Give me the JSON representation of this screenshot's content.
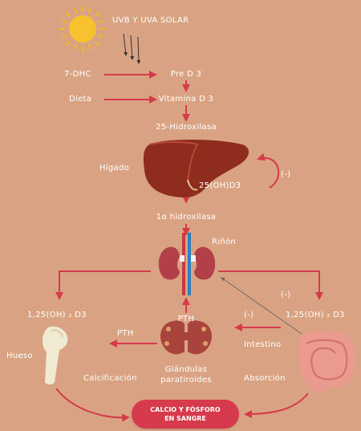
{
  "labels": {
    "uv": "UVB Y UVA SOLAR",
    "dhc": "7-DHC",
    "pre_d3": "Pre D 3",
    "dieta": "Dieta",
    "vitamina_d3": "Vitamina D 3",
    "hidroxilasa25": "25-Hidroxilasa",
    "higado": "Hígado",
    "ohd3_25": "25(OH)D3",
    "feedback_minus": "(-)",
    "hidroxilasa1": "1α hidroxilasa",
    "rinon": "Riñón",
    "ohd3_left": "1,25(OH) ₂ D3",
    "ohd3_right": "1,25(OH) ₂ D3",
    "minus_right": "(-)",
    "minus_pth": "(-)",
    "pth_gland": "PTH",
    "pth_arrow": "PTH",
    "glandulas": "Glándulas paratiroides",
    "hueso": "Hueso",
    "intestino": "Intestino",
    "calcificacion": "Calcificación",
    "absorcion": "Absorción",
    "calcio_line1": "CALCIO Y FÓSFORO",
    "calcio_line2": "EN SANGRE"
  },
  "colors": {
    "background": "#D9A383",
    "arrow": "#D63A4C",
    "text": "#FFFFFF"
  },
  "icons": [
    "sun-icon",
    "liver-icon",
    "kidney-icon",
    "thyroid-gland-icon",
    "bone-icon",
    "intestine-icon"
  ]
}
